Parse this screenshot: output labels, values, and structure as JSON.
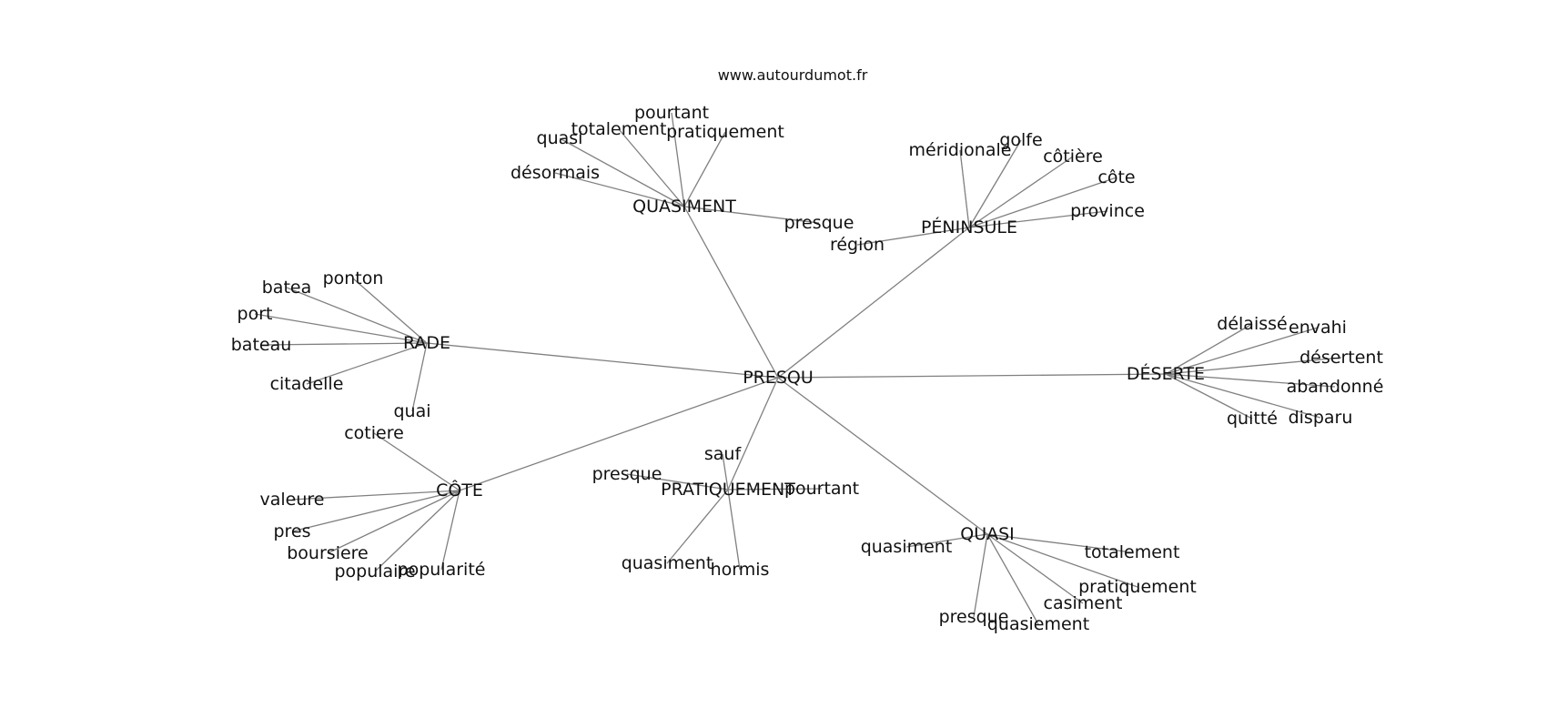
{
  "source": "www.autourdumot.fr",
  "graph": {
    "center": "PRESQU",
    "hubs": [
      {
        "label": "QUASIMENT",
        "words": [
          "pourtant",
          "totalement",
          "pratiquement",
          "quasi",
          "désormais",
          "presque"
        ]
      },
      {
        "label": "PÉNINSULE",
        "words": [
          "méridionale",
          "golfe",
          "côtière",
          "côte",
          "province",
          "région"
        ]
      },
      {
        "label": "RADE",
        "words": [
          "ponton",
          "batea",
          "port",
          "bateau",
          "citadelle",
          "quai"
        ]
      },
      {
        "label": "DÉSERTE",
        "words": [
          "délaissé",
          "envahi",
          "désertent",
          "abandonné",
          "disparu",
          "quitté"
        ]
      },
      {
        "label": "CÔTE",
        "words": [
          "cotiere",
          "valeure",
          "pres",
          "boursiere",
          "populaire",
          "popularité"
        ]
      },
      {
        "label": "PRATIQUEMENT",
        "words": [
          "sauf",
          "presque",
          "pourtant",
          "quasiment",
          "hormis"
        ]
      },
      {
        "label": "QUASI",
        "words": [
          "quasiment",
          "totalement",
          "pratiquement",
          "casiment",
          "presque",
          "quasiement"
        ]
      }
    ]
  }
}
